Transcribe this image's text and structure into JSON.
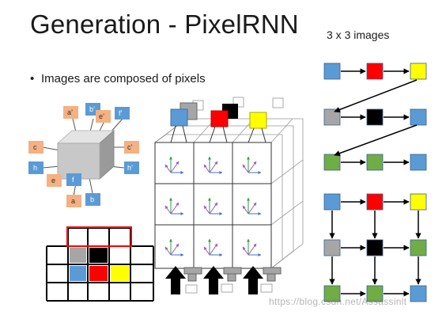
{
  "title": "Generation - PixelRNN",
  "subtitle": "3 x 3 images",
  "bullet": "Images are composed of pixels",
  "watermark": "https://blog.csdn.net/Assassinlt",
  "cube_labels": {
    "a_prime": "a’",
    "b_prime": "b’",
    "e_prime": "e’",
    "f_prime": "f’",
    "c": "c",
    "c_prime": "c’",
    "h": "h",
    "h_prime": "h’",
    "e": "e",
    "f": "f",
    "a": "a",
    "b": "b"
  },
  "colors": {
    "blue": "#5b9bd5",
    "red": "#ff0000",
    "yellow": "#ffff00",
    "gray": "#a6a6a6",
    "black": "#000000",
    "green": "#70ad47",
    "salmon": "#f4b183"
  },
  "grid1": [
    "blue",
    "red",
    "yellow",
    "gray",
    "black",
    "blue",
    "green",
    "green",
    "blue"
  ],
  "grid2": [
    "blue",
    "red",
    "yellow",
    "gray",
    "black",
    "green",
    "green",
    "green",
    "blue"
  ]
}
